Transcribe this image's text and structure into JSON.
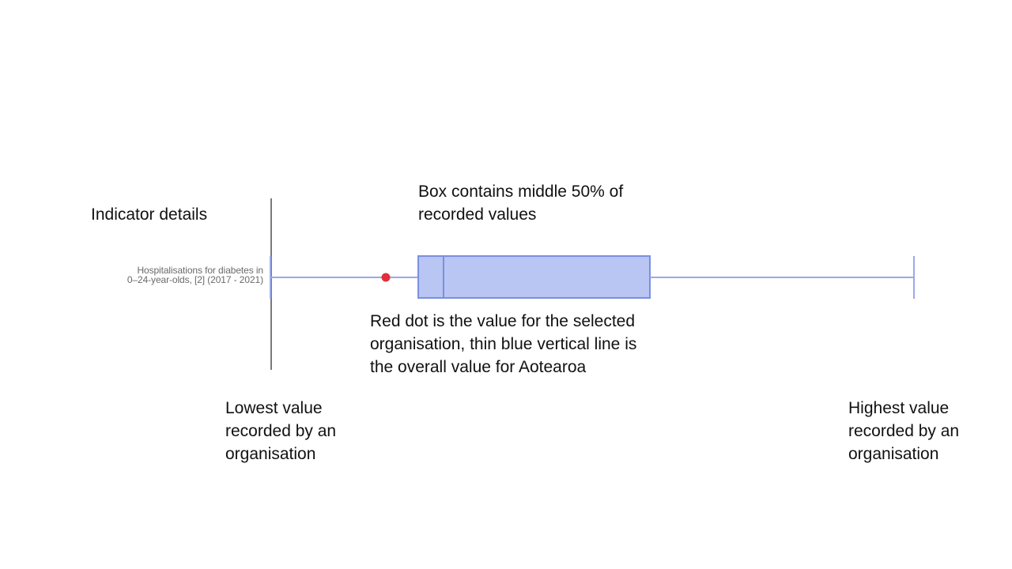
{
  "annotations": {
    "indicator_heading": "Indicator details",
    "box_note": "Box contains middle 50% of\nrecorded values",
    "dot_note": "Red dot is the value for the selected\norganisation,  thin blue vertical line is\nthe overall value for Aotearoa",
    "lowest_note": "Lowest value\nrecorded by an\norganisation",
    "highest_note": "Highest value\nrecorded by an\norganisation"
  },
  "indicator": {
    "label": "Hospitalisations for diabetes in\n0–24-year-olds, [2] (2017 - 2021)"
  },
  "colors": {
    "box_fill": "#b9c5f2",
    "box_stroke": "#7b8fe0",
    "whisker": "#9aa9e6",
    "selected_dot": "#e0303a",
    "axis_line": "#7a7a7a"
  }
}
